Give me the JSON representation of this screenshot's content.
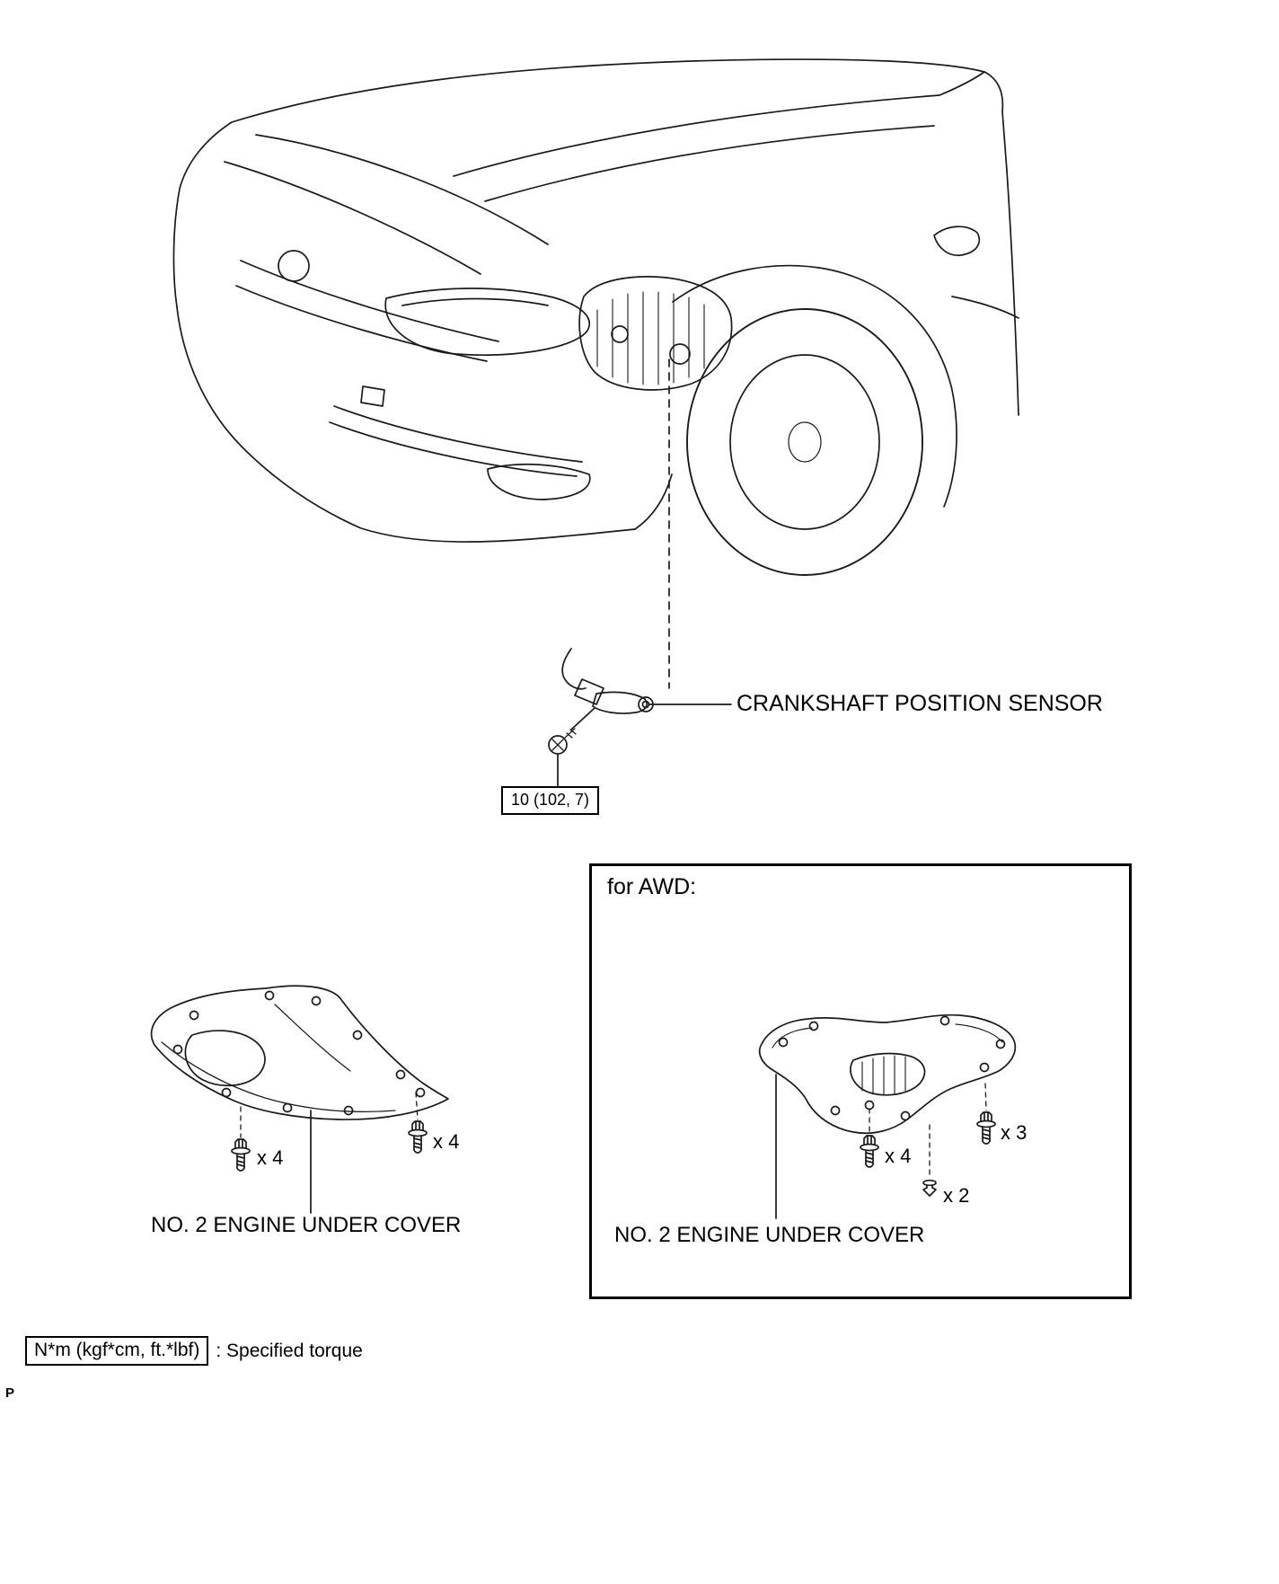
{
  "diagram": {
    "sensor_label": "CRANKSHAFT POSITION SENSOR",
    "torque_spec": "10 (102, 7)",
    "awd_section_title": "for AWD:",
    "left_cover_label": "NO. 2 ENGINE UNDER COVER",
    "awd_cover_label": "NO. 2 ENGINE UNDER COVER",
    "left_bolt_front_count": "x 4",
    "left_bolt_rear_count": "x 4",
    "awd_bolt_a_count": "x 4",
    "awd_bolt_b_count": "x 3",
    "awd_clip_count": "x 2",
    "legend_torque_box": "N*m (kgf*cm, ft.*lbf)",
    "legend_torque_text": ": Specified torque",
    "page_marker": "P"
  }
}
